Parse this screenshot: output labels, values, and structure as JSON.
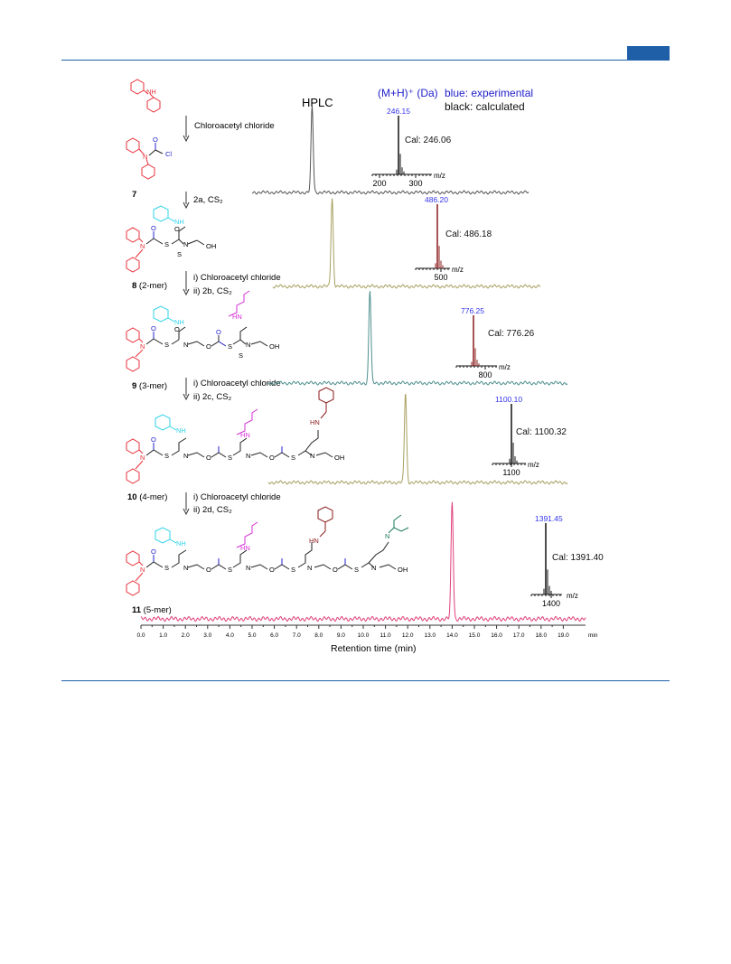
{
  "hplc_title": "HPLC",
  "legend": {
    "ion": "(M+H)⁺ (Da)",
    "exp": "blue: experimental",
    "calc": "black: calculated"
  },
  "compounds": [
    {
      "num": "7",
      "suffix": ""
    },
    {
      "num": "8",
      "suffix": " (2-mer)"
    },
    {
      "num": "9",
      "suffix": " (3-mer)"
    },
    {
      "num": "10",
      "suffix": " (4-mer)"
    },
    {
      "num": "11",
      "suffix": " (5-mer)"
    }
  ],
  "steps": [
    {
      "lines": [
        "Chloroacetyl chloride"
      ]
    },
    {
      "lines": [
        "2a, CS₂"
      ]
    },
    {
      "lines": [
        "i) Chloroacetyl chloride",
        "ii) 2b, CS₂"
      ]
    },
    {
      "lines": [
        "i) Chloroacetyl chloride",
        "ii) 2c, CS₂"
      ]
    },
    {
      "lines": [
        "i) Chloroacetyl chloride",
        "ii) 2d, CS₂"
      ]
    }
  ],
  "atom_labels": {
    "nh": "NH",
    "cl": "Cl",
    "n": "N",
    "o": "O",
    "s": "S",
    "oh": "OH",
    "hn": "HN"
  },
  "ms": [
    {
      "exp": "246.15",
      "cal": "Cal: 246.06",
      "ticks": [
        "200",
        "300"
      ],
      "unit": "m/z"
    },
    {
      "exp": "486.20",
      "cal": "Cal: 486.18",
      "ticks": [
        "500"
      ],
      "unit": "m/z"
    },
    {
      "exp": "776.25",
      "cal": "Cal: 776.26",
      "ticks": [
        "800"
      ],
      "unit": "m/z"
    },
    {
      "exp": "1100.10",
      "cal": "Cal: 1100.32",
      "ticks": [
        "1100"
      ],
      "unit": "m/z"
    },
    {
      "exp": "1391.45",
      "cal": "Cal: 1391.40",
      "ticks": [
        "1400"
      ],
      "unit": "m/z"
    }
  ],
  "colors": {
    "header": "#1f5fa8",
    "phenyl": "#e8323c",
    "cyclohexyl": "#2fd3e8",
    "butyl": "#d62fd6",
    "benzyl": "#8b1a1a",
    "diethyl": "#1a7a5a",
    "carbonyl": "#2222cc",
    "exp_label": "#3333ee"
  },
  "chart_data": {
    "type": "line",
    "xlabel": "Retention time (min)",
    "xlim": [
      0,
      20
    ],
    "x_ticks": [
      "0.0",
      "1.0",
      "2.0",
      "3.0",
      "4.0",
      "5.0",
      "6.0",
      "7.0",
      "8.0",
      "9.0",
      "10.0",
      "11.0",
      "12.0",
      "13.0",
      "14.0",
      "15.0",
      "16.0",
      "17.0",
      "18.0",
      "19.0"
    ],
    "x_unit": "min",
    "series": [
      {
        "color": "#555555",
        "peaks": [
          [
            7.7,
            1.0
          ]
        ]
      },
      {
        "color": "#a6a060",
        "peaks": [
          [
            8.6,
            1.0
          ]
        ]
      },
      {
        "color": "#4f8f8f",
        "peaks": [
          [
            10.3,
            1.0
          ]
        ]
      },
      {
        "color": "#a6a060",
        "peaks": [
          [
            11.9,
            1.0
          ]
        ]
      },
      {
        "color": "#e0407a",
        "peaks": [
          [
            14.0,
            1.0
          ]
        ]
      }
    ]
  }
}
